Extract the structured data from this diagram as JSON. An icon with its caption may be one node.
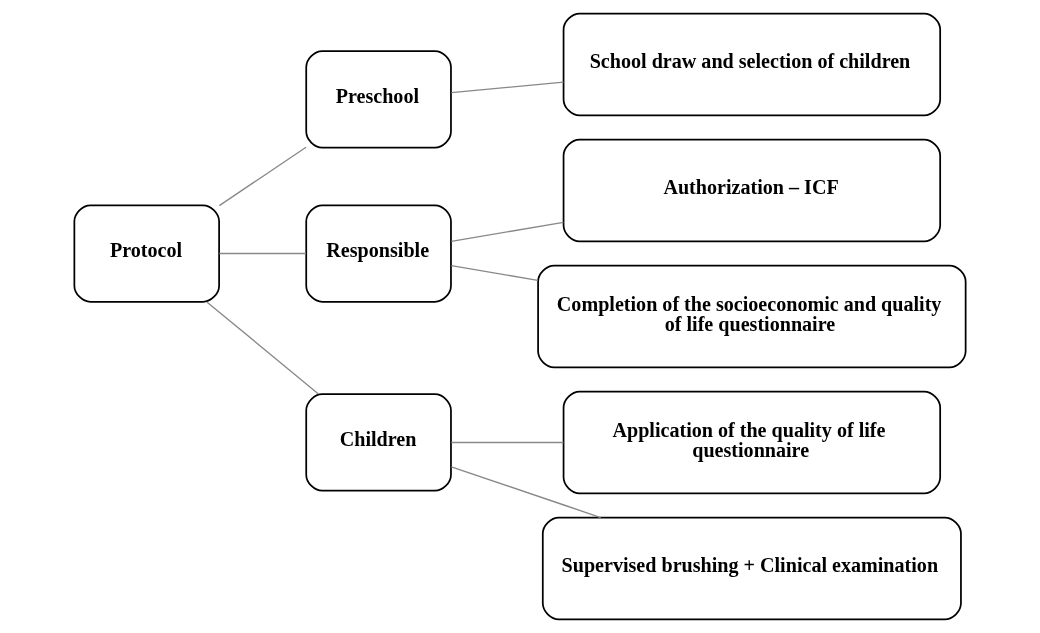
{
  "diagram": {
    "nodes": [
      {
        "text": [
          "Protocol"
        ]
      },
      {
        "text": [
          "Preschool"
        ]
      },
      {
        "text": [
          "Responsible"
        ]
      },
      {
        "text": [
          "Children"
        ]
      },
      {
        "text": [
          "School draw and selection of children"
        ]
      },
      {
        "text": [
          "Authorization – ICF"
        ]
      },
      {
        "text": [
          "Completion of the socioeconomic and quality of life questionnaire"
        ]
      },
      {
        "text": [
          "Application of the quality of life questionnaire"
        ]
      },
      {
        "text": [
          "Supervised brushing + Clinical examination"
        ]
      }
    ],
    "edges": [
      {
        "from": 0,
        "to": 1,
        "arrow": "none"
      },
      {
        "from": 0,
        "to": 2,
        "arrow": "none"
      },
      {
        "from": 0,
        "to": 3,
        "arrow": "none"
      },
      {
        "from": 1,
        "to": 4,
        "arrow": "none"
      },
      {
        "from": 2,
        "to": 5,
        "arrow": "none"
      },
      {
        "from": 2,
        "to": 6,
        "arrow": "none"
      },
      {
        "from": 3,
        "to": 7,
        "arrow": "none"
      },
      {
        "from": 3,
        "to": 8,
        "arrow": "none"
      }
    ]
  }
}
